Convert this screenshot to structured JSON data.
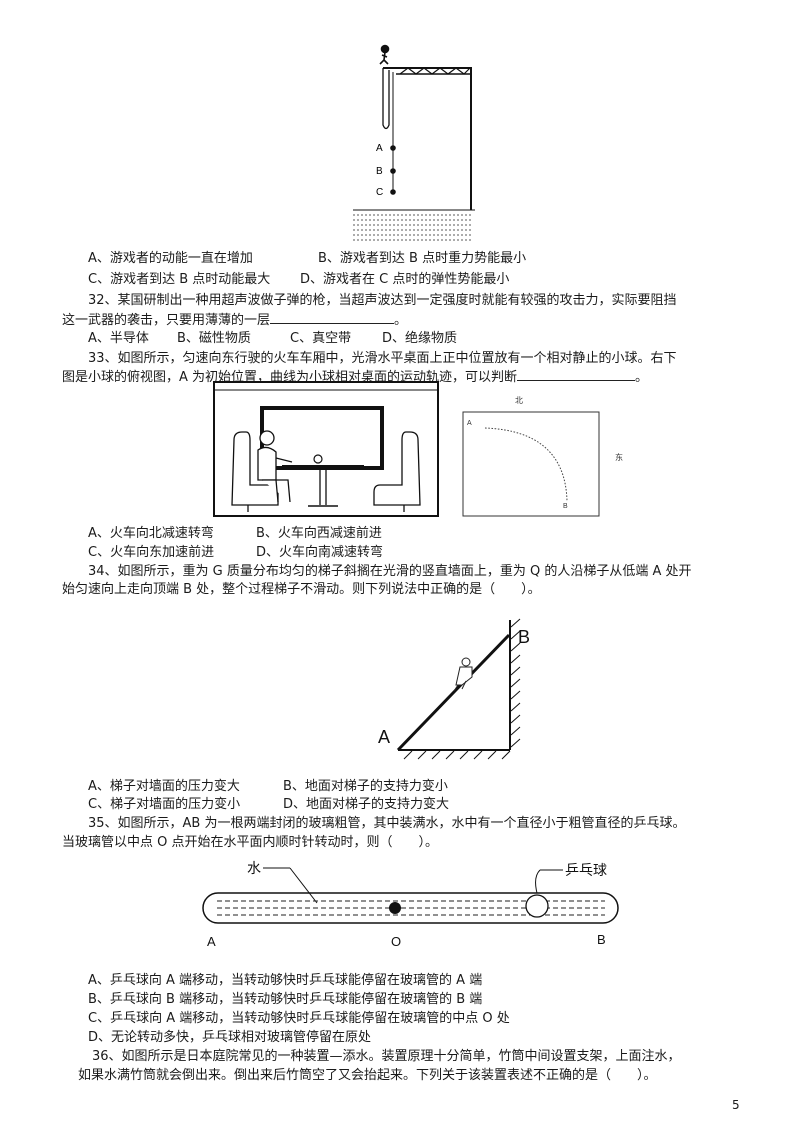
{
  "fig31": {
    "labels": [
      "A",
      "B",
      "C"
    ]
  },
  "q31": {
    "opt_a": "A、游戏者的动能一直在增加",
    "opt_b": "B、游戏者到达 B 点时重力势能最小",
    "opt_c": "C、游戏者到达 B 点时动能最大",
    "opt_d": "D、游戏者在 C 点时的弹性势能最小"
  },
  "q32": {
    "stem_1": "32、某国研制出一种用超声波做子弹的枪，当超声波达到一定强度时就能有较强的攻击力，实际要阻挡",
    "stem_2": "这一武器的袭击，只要用薄薄的一层",
    "stem_2_end": "。",
    "opt_a": "A、半导体",
    "opt_b": "B、磁性物质",
    "opt_c": "C、真空带",
    "opt_d": "D、绝缘物质"
  },
  "q33": {
    "stem_1": "33、如图所示，匀速向东行驶的火车车厢中，光滑水平桌面上正中位置放有一个相对静止的小球。右下",
    "stem_2": "图是小球的俯视图，A 为初始位置，曲线为小球相对桌面的运动轨迹，可以判断",
    "stem_2_end": "。",
    "fig_north": "北",
    "fig_east": "东",
    "fig_a": "A",
    "fig_b": "B",
    "opt_a": "A、火车向北减速转弯",
    "opt_b": "B、火车向西减速前进",
    "opt_c": "C、火车向东加速前进",
    "opt_d": "D、火车向南减速转弯"
  },
  "q34": {
    "stem_1": "34、如图所示，重为 G 质量分布均匀的梯子斜搁在光滑的竖直墙面上，重为 Q 的人沿梯子从低端 A 处开",
    "stem_2": "始匀速向上走向顶端 B 处，整个过程梯子不滑动。则下列说法中正确的是（　　）。",
    "fig_a": "A",
    "fig_b": "B",
    "opt_a": "A、梯子对墙面的压力变大",
    "opt_b": "B、地面对梯子的支持力变小",
    "opt_c": "C、梯子对墙面的压力变小",
    "opt_d": "D、地面对梯子的支持力变大"
  },
  "q35": {
    "stem_1": "35、如图所示，AB 为一根两端封闭的玻璃粗管，其中装满水，水中有一个直径小于粗管直径的乒乓球。",
    "stem_2": "当玻璃管以中点 O 点开始在水平面内顺时针转动时，则（　　）。",
    "fig_water": "水",
    "fig_ball": "乒乓球",
    "fig_a": "A",
    "fig_o": "O",
    "fig_b": "B",
    "opt_a": "A、乒乓球向 A 端移动，当转动够快时乒乓球能停留在玻璃管的 A 端",
    "opt_b": "B、乒乓球向 B 端移动，当转动够快时乒乓球能停留在玻璃管的 B 端",
    "opt_c": "C、乒乓球向 A 端移动，当转动够快时乒乓球能停留在玻璃管的中点 O 处",
    "opt_d": "D、无论转动多快，乒乓球相对玻璃管停留在原处"
  },
  "q36": {
    "stem_1": "36、如图所示是日本庭院常见的一种装置—添水。装置原理十分简单，竹筒中间设置支架，上面注水，",
    "stem_2": "如果水满竹筒就会倒出来。倒出来后竹筒空了又会抬起来。下列关于该装置表述不正确的是（　　）。"
  },
  "page_number": "5"
}
